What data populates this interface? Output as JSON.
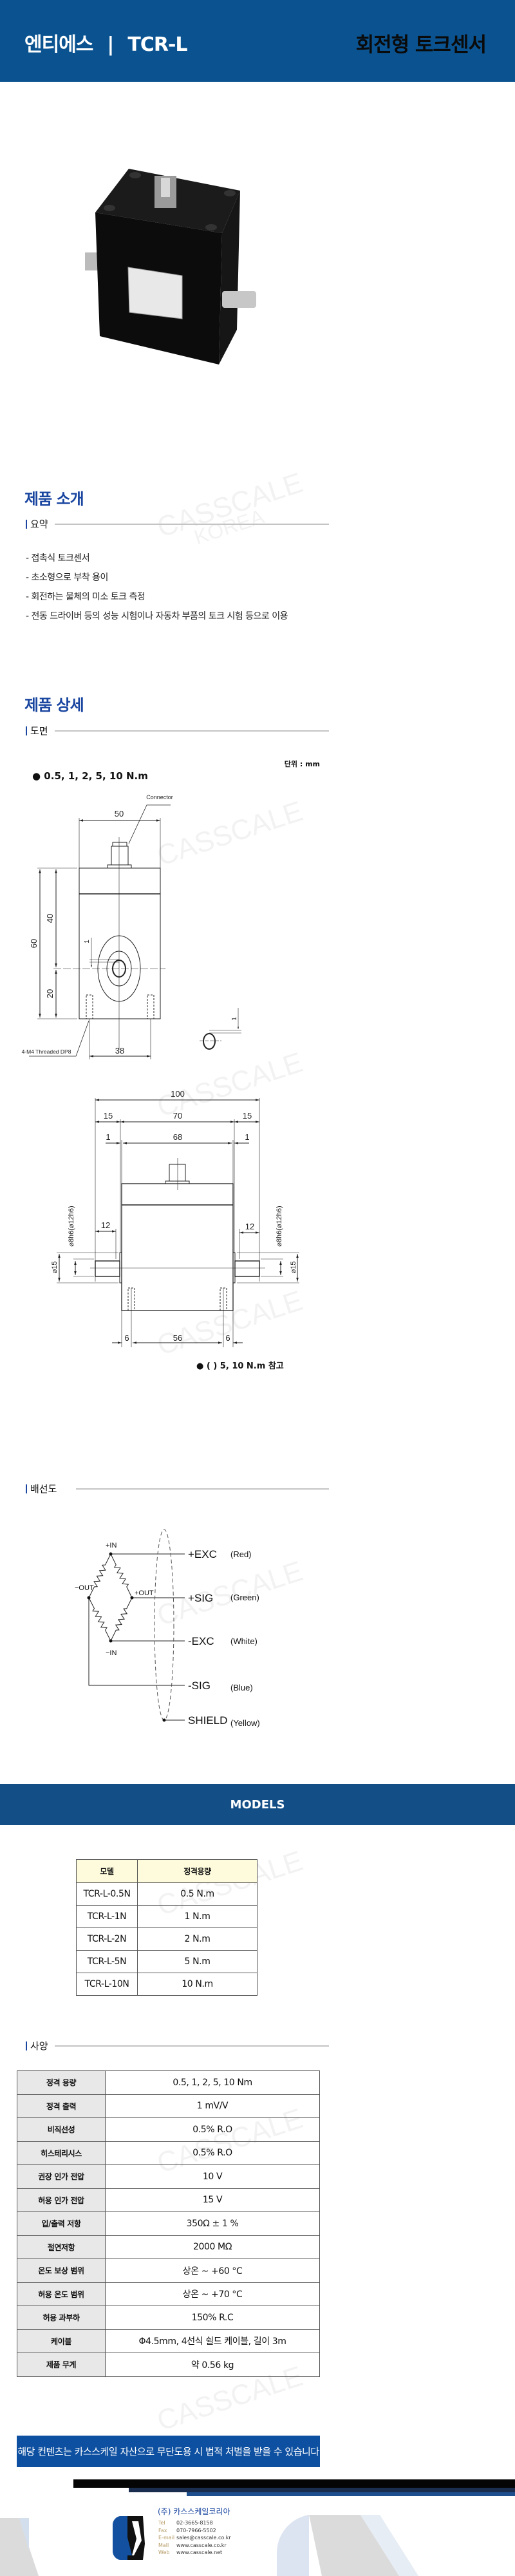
{
  "header": {
    "brand": "엔티에스",
    "separator": "|",
    "model": "TCR-L",
    "title": "회전형 토크센서"
  },
  "intro": {
    "title": "제품 소개",
    "summary_label": "요약",
    "bullets": [
      "- 접촉식 토크센서",
      "- 초소형으로 부착 용이",
      "- 회전하는 물체의 미소 토크 측정",
      "- 전동 드라이버 등의 성능 시험이나 자동차 부품의 토크 시험 등으로 이용"
    ]
  },
  "detail": {
    "title": "제품 상세",
    "drawing_label": "도면",
    "unit": "단위 : mm",
    "range_note": "● 0.5, 1, 2, 5, 10 N.m",
    "ref_note": "● ( ) 5, 10 N.m 참고",
    "front": {
      "connector": "Connector",
      "width": "50",
      "h_total": "60",
      "h_upper": "40",
      "h_lower": "20",
      "gap": "1",
      "thread": "4-M4 Threaded DP8",
      "base": "38",
      "key": "1"
    },
    "side": {
      "total": "100",
      "left": "15",
      "mid": "70",
      "right": "15",
      "g1": "1",
      "inner": "68",
      "g2": "1",
      "shaft_l": "12",
      "shaft_r": "12",
      "dia_l": "⌀8h6(⌀12h6)",
      "dia_r": "⌀8h6(⌀12h6)",
      "flange_l": "⌀15",
      "flange_r": "⌀15",
      "b1": "6",
      "b_mid": "56",
      "b2": "6"
    }
  },
  "wiring": {
    "label": "배선도",
    "nodes": {
      "plus_in": "+IN",
      "minus_out": "−OUT",
      "plus_out": "+OUT",
      "minus_in": "−IN"
    },
    "wires": [
      {
        "name": "+EXC",
        "color": "(Red)"
      },
      {
        "name": "+SIG",
        "color": "(Green)"
      },
      {
        "name": "-EXC",
        "color": "(White)"
      },
      {
        "name": "-SIG",
        "color": "(Blue)"
      },
      {
        "name": "SHIELD",
        "color": "(Yellow)"
      }
    ]
  },
  "models": {
    "title": "MODELS",
    "headers": [
      "모델",
      "정격용량"
    ],
    "rows": [
      [
        "TCR-L-0.5N",
        "0.5 N.m"
      ],
      [
        "TCR-L-1N",
        "1 N.m"
      ],
      [
        "TCR-L-2N",
        "2 N.m"
      ],
      [
        "TCR-L-5N",
        "5 N.m"
      ],
      [
        "TCR-L-10N",
        "10 N.m"
      ]
    ]
  },
  "specs": {
    "label": "사양",
    "rows": [
      [
        "정격 용량",
        "0.5, 1, 2, 5, 10 Nm"
      ],
      [
        "정격 출력",
        "1 mV/V"
      ],
      [
        "비직선성",
        "0.5% R.O"
      ],
      [
        "히스테리시스",
        "0.5% R.O"
      ],
      [
        "권장 인가 전압",
        "10 V"
      ],
      [
        "허용 인가 전압",
        "15 V"
      ],
      [
        "입/출력 저항",
        "350Ω ± 1 %"
      ],
      [
        "절연저항",
        "2000 MΩ"
      ],
      [
        "온도 보상 범위",
        "상온 ~ +60 °C"
      ],
      [
        "허용 온도 범위",
        "상온 ~ +70 °C"
      ],
      [
        "허용 과부하",
        "150% R.C"
      ],
      [
        "케이블",
        "Φ4.5mm, 4선식 쉴드 케이블, 길이 3m"
      ],
      [
        "제품 무게",
        "약 0.56 kg"
      ]
    ]
  },
  "notice": "해당 컨텐츠는 카스스케일 자산으로 무단도용 시 법적 처벌을 받을 수 있습니다",
  "footer": {
    "company": "(주) 카스스케일코리아",
    "contacts": [
      {
        "label": "Tel",
        "value": "02-3665-8158"
      },
      {
        "label": "Fax",
        "value": "070-7966-5502"
      },
      {
        "label": "E-mail",
        "value": "sales@casscale.co.kr"
      },
      {
        "label": "Mall",
        "value": "www.casscale.co.kr"
      },
      {
        "label": "Web",
        "value": "www.casscale.net"
      }
    ]
  },
  "watermark": {
    "line1": "CASSCALE",
    "line2": "KOREA"
  },
  "colors": {
    "header": "#0b5390",
    "accent": "#1a46a0",
    "models_band": "#144e87",
    "notice": "#0d4fa0",
    "models_header": "#fdfbdc",
    "spec_label": "#e8e8e8"
  }
}
